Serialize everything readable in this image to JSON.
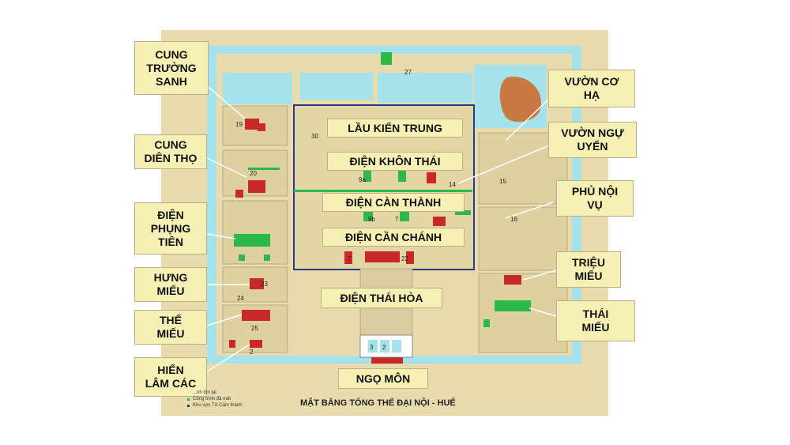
{
  "map": {
    "title": "MẶT BẰNG TỔNG THỂ ĐẠI NỘI - HUẾ",
    "legend": [
      "...nh tồn tại",
      "Công trình đã mất",
      "Khu vực Tử Cấm thành"
    ],
    "numbers": [
      "27",
      "19",
      "30",
      "20",
      "15",
      "14",
      "9a",
      "16",
      "9b",
      "7",
      "7",
      "22",
      "23",
      "24",
      "25",
      "2",
      "3",
      "2"
    ],
    "colors": {
      "ground": "#e6d8a8",
      "moat": "#a6e2ec",
      "existing": "#c82828",
      "lost": "#2db84a",
      "boundary": "#2a3a8a",
      "label_bg": "#f6f0b4"
    }
  },
  "labels": {
    "cung_truong_sanh": [
      "CUNG",
      "TRƯỜNG",
      "SANH"
    ],
    "cung_dien_tho": [
      "CUNG",
      "DIÊN THỌ"
    ],
    "dien_phung_tien": [
      "ĐIỆN",
      "PHỤNG",
      "TIÊN"
    ],
    "hung_mieu": [
      "HƯNG",
      "MIẾU"
    ],
    "the_mieu": [
      "THẾ",
      "MIẾU"
    ],
    "hien_lam_cac": [
      "HIỂN",
      "LÂM CÁC"
    ],
    "lau_kien_trung": "LẦU KIẾN TRUNG",
    "dien_khon_thai": "ĐIỆN KHÔN THÁI",
    "dien_can_thanh": "ĐIỆN CÀN THÀNH",
    "dien_can_chanh": "ĐIỆN CẦN CHÁNH",
    "dien_thai_hoa": "ĐIỆN THÁI HÒA",
    "ngo_mon": "NGỌ MÔN",
    "vuon_co_ha": [
      "VƯỜN CƠ",
      "HẠ"
    ],
    "vuon_ngu_uyen": [
      "VƯỜN NGỰ",
      "UYỂN"
    ],
    "phu_noi_vu": [
      "PHỦ NỘI",
      "VỤ"
    ],
    "trieu_mieu": [
      "TRIỆU",
      "MIẾU"
    ],
    "thai_mieu": [
      "THÁI",
      "MIẾU"
    ]
  }
}
